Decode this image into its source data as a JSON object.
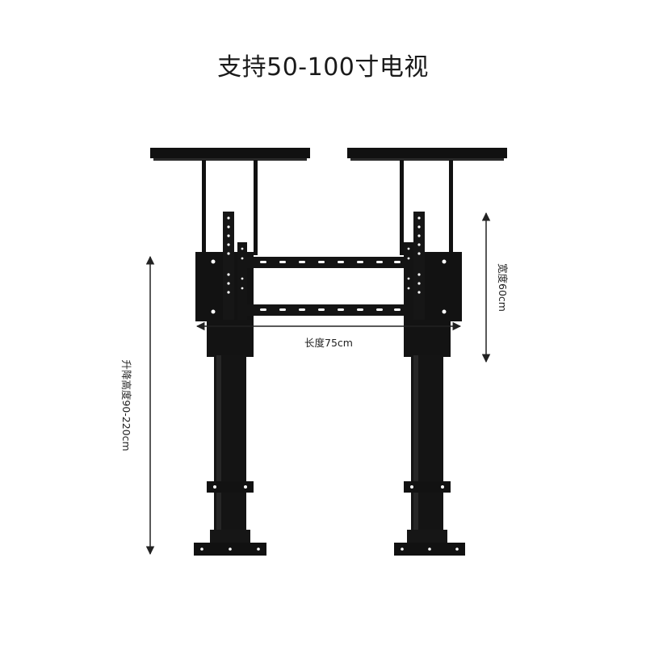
{
  "title": "支持50-100寸电视",
  "dimensions": {
    "length": "长度75cm",
    "width": "宽度60cm",
    "lift_height": "升降高度90-220cm"
  },
  "colors": {
    "product": "#111111",
    "dimension_line": "#222222",
    "background": "#ffffff"
  }
}
